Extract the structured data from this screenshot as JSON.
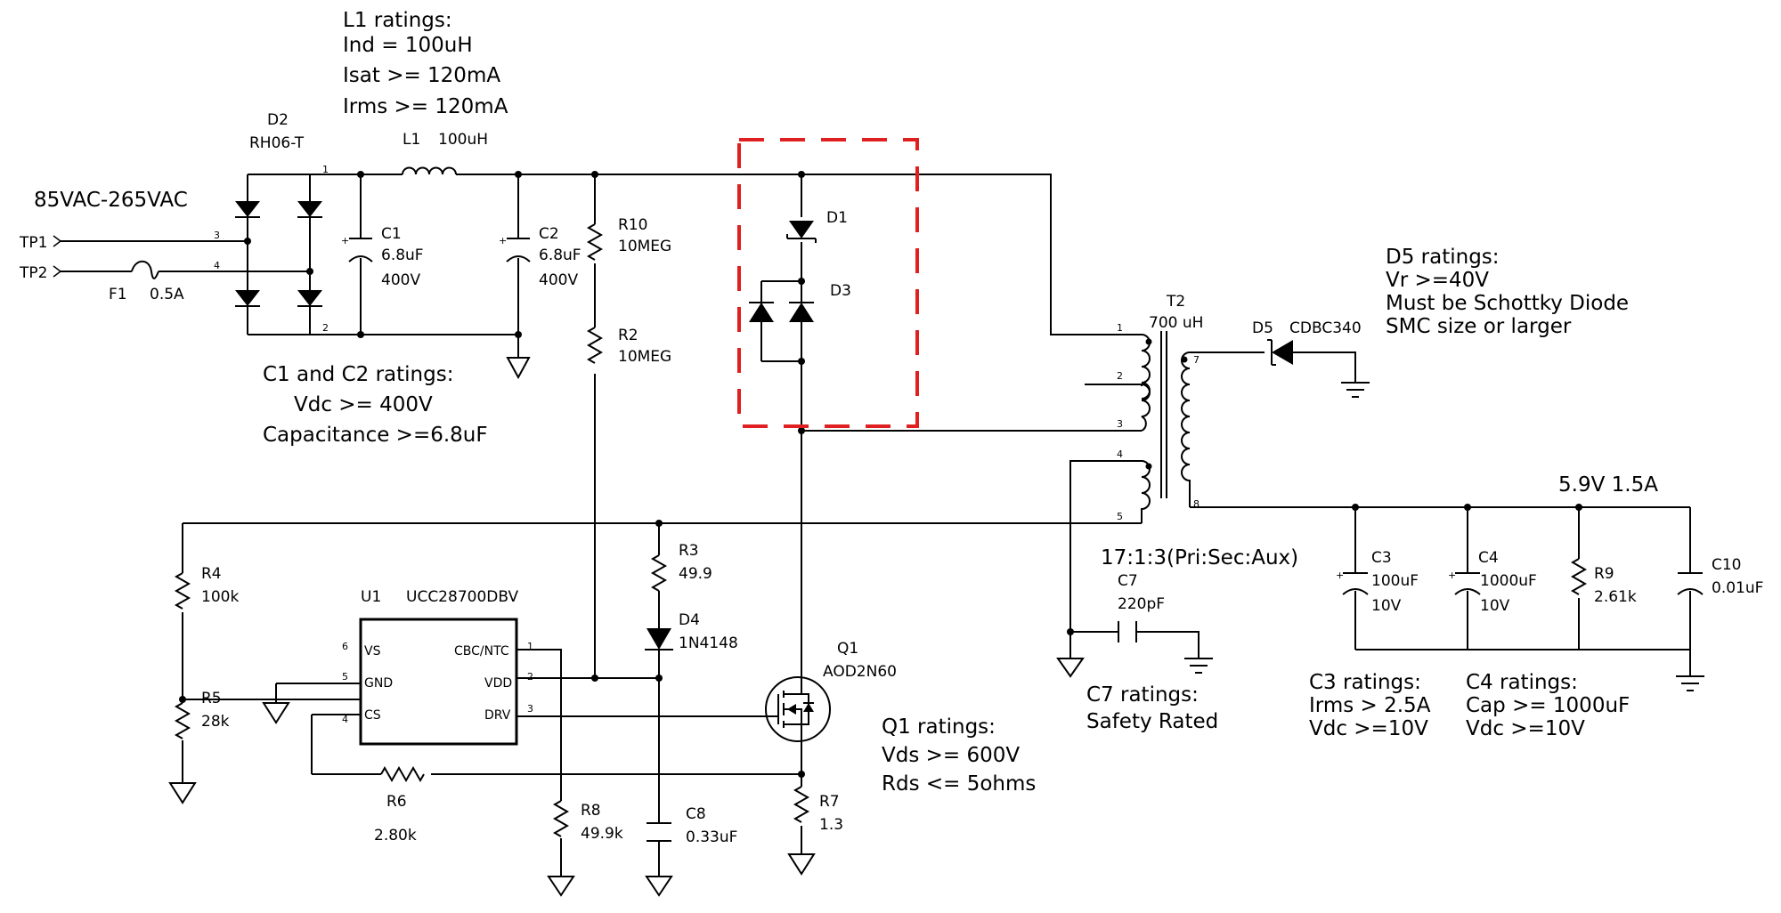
{
  "notes": {
    "l1": [
      "L1 ratings:",
      "Ind = 100uH",
      "Isat >= 120mA",
      "Irms >= 120mA"
    ],
    "input": "85VAC-265VAC",
    "c1c2": [
      "C1 and C2 ratings:",
      "Vdc >= 400V",
      "Capacitance >=6.8uF"
    ],
    "d5": [
      "D5 ratings:",
      "Vr >=40V",
      "Must be Schottky Diode",
      "SMC size or larger"
    ],
    "output": "5.9V 1.5A",
    "ratio": "17:1:3(Pri:Sec:Aux)",
    "c7": [
      "C7 ratings:",
      "Safety Rated"
    ],
    "q1": [
      "Q1 ratings:",
      "Vds >= 600V",
      "Rds <= 5ohms"
    ],
    "c3": [
      "C3 ratings:",
      "Irms > 2.5A",
      "Vdc >=10V"
    ],
    "c4": [
      "C4 ratings:",
      "Cap >= 1000uF",
      "Vdc >=10V"
    ]
  },
  "components": {
    "tp1": "TP1",
    "tp2": "TP2",
    "f1": {
      "ref": "F1",
      "value": "0.5A"
    },
    "d2": {
      "ref": "D2",
      "value": "RH06-T"
    },
    "l1": {
      "ref": "L1",
      "value": "100uH"
    },
    "c1": {
      "ref": "C1",
      "value": "6.8uF",
      "rating": "400V"
    },
    "c2": {
      "ref": "C2",
      "value": "6.8uF",
      "rating": "400V"
    },
    "r10": {
      "ref": "R10",
      "value": "10MEG"
    },
    "r2": {
      "ref": "R2",
      "value": "10MEG"
    },
    "d1": {
      "ref": "D1"
    },
    "d3": {
      "ref": "D3"
    },
    "t2": {
      "ref": "T2",
      "value": "700 uH"
    },
    "d5": {
      "ref": "D5",
      "value": "CDBC340"
    },
    "r4": {
      "ref": "R4",
      "value": "100k"
    },
    "r5": {
      "ref": "R5",
      "value": "28k"
    },
    "u1": {
      "ref": "U1",
      "value": "UCC28700DBV",
      "pins": {
        "vs": "VS",
        "gnd": "GND",
        "cs": "CS",
        "cbc": "CBC/NTC",
        "vdd": "VDD",
        "drv": "DRV"
      }
    },
    "r6": {
      "ref": "R6",
      "value": "2.80k"
    },
    "r8": {
      "ref": "R8",
      "value": "49.9k"
    },
    "r3": {
      "ref": "R3",
      "value": "49.9"
    },
    "d4": {
      "ref": "D4",
      "value": "1N4148"
    },
    "c8": {
      "ref": "C8",
      "value": "0.33uF"
    },
    "q1": {
      "ref": "Q1",
      "value": "AOD2N60"
    },
    "r7": {
      "ref": "R7",
      "value": "1.3"
    },
    "c7": {
      "ref": "C7",
      "value": "220pF"
    },
    "c3": {
      "ref": "C3",
      "value": "100uF",
      "rating": "10V"
    },
    "c4": {
      "ref": "C4",
      "value": "1000uF",
      "rating": "10V"
    },
    "r9": {
      "ref": "R9",
      "value": "2.61k"
    },
    "c10": {
      "ref": "C10",
      "value": "0.01uF"
    }
  },
  "pin_numbers": {
    "p1": "1",
    "p2": "2",
    "p3": "3",
    "p4": "4",
    "p5": "5",
    "p6": "6",
    "p7": "7",
    "p8": "8"
  },
  "colors": {
    "highlight": "#e02020",
    "wire": "#000000"
  }
}
